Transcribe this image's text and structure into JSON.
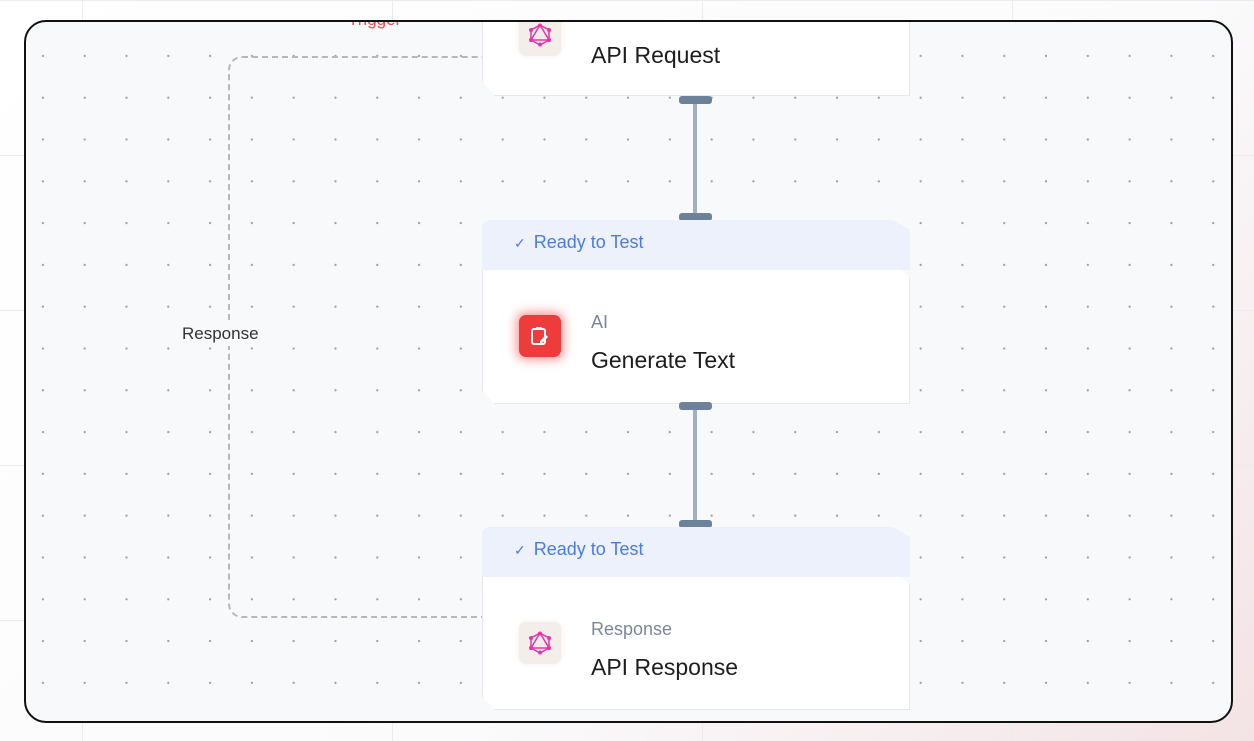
{
  "canvas": {
    "trigger_label": "Trigger",
    "loop_label": "Response",
    "nodes": [
      {
        "category": "",
        "title": "API Request",
        "icon": "graphql-icon"
      },
      {
        "status": "Ready to Test",
        "category": "AI",
        "title": "Generate Text",
        "icon": "ai-edit-icon"
      },
      {
        "status": "Ready to Test",
        "category": "Response",
        "title": "API Response",
        "icon": "graphql-icon"
      }
    ]
  },
  "colors": {
    "status": "#4a7be0",
    "trigger": "#f04848",
    "ai_icon": "#ee3b3b",
    "graphql": "#e535ab",
    "connector": "#6b8299"
  }
}
